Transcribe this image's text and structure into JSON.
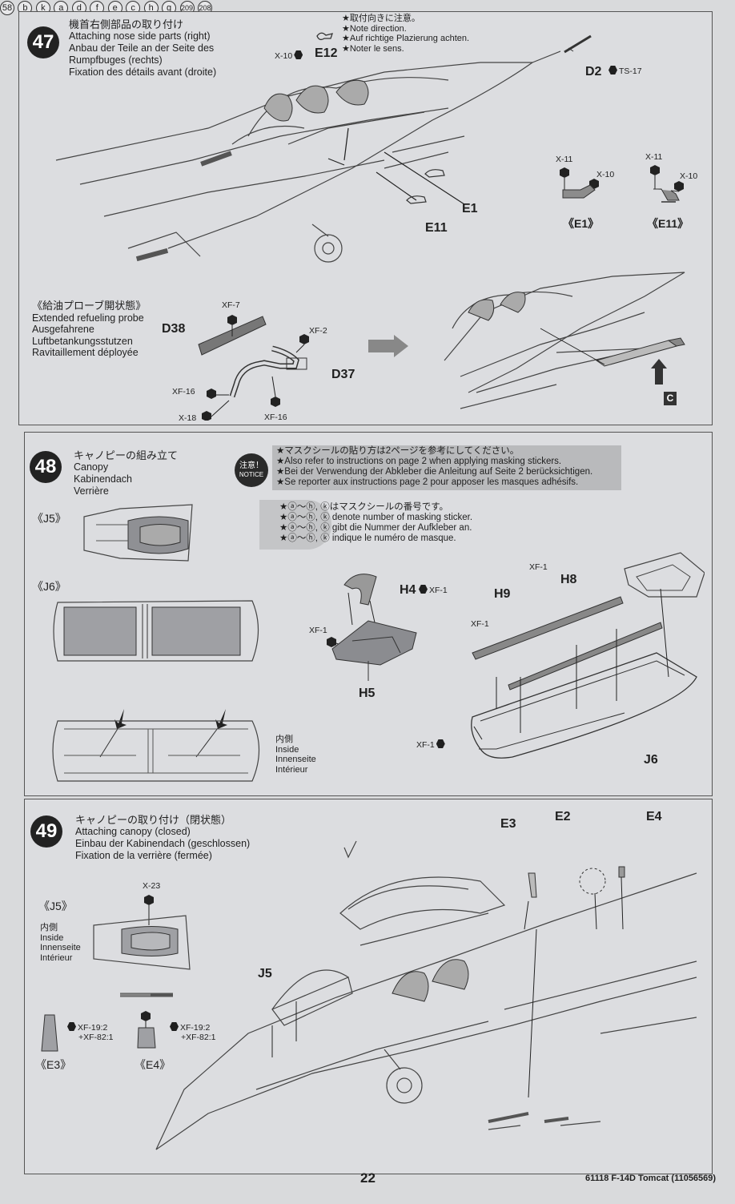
{
  "step47": {
    "number": "47",
    "title_jp": "機首右側部品の取り付け",
    "title_en": "Attaching nose side parts (right)",
    "title_de_1": "Anbau der Teile an der Seite des",
    "title_de_2": "Rumpfbuges (rechts)",
    "title_fr": "Fixation des détails avant (droite)",
    "notes": [
      "★取付向きに注意。",
      "★Note direction.",
      "★Auf richtige Plazierung achten.",
      "★Noter le sens."
    ],
    "parts": {
      "e12": "E12",
      "e12_paint": "X-10",
      "d2": "D2",
      "d2_paint": "TS-17",
      "e1": "E1",
      "e11": "E11"
    },
    "e1_detail": {
      "label": "《E1》",
      "paint_a": "X-11",
      "paint_b": "X-10"
    },
    "e11_detail": {
      "label": "《E11》",
      "paint_a": "X-11",
      "paint_b": "X-10"
    },
    "probe": {
      "title_jp": "《給油プローブ開状態》",
      "title_en": "Extended refueling probe",
      "title_de_1": "Ausgefahrene",
      "title_de_2": "Luftbetankungsstutzen",
      "title_fr": "Ravitaillement déployée",
      "d38": "D38",
      "d37": "D37",
      "paint_xf7": "XF-7",
      "paint_xf2": "XF-2",
      "paint_xf16a": "XF-16",
      "paint_x18": "X-18",
      "paint_xf16b": "XF-16",
      "ref_num": "58",
      "ref_letter": "C"
    }
  },
  "step48": {
    "number": "48",
    "title_jp": "キャノピーの組み立て",
    "title_en": "Canopy",
    "title_de": "Kabinendach",
    "title_fr": "Verrière",
    "notice_jp": "注意！",
    "notice_en": "NOTICE",
    "notes": [
      "★マスクシールの貼り方は2ページを参考にしてください。",
      "★Also refer to instructions on page 2 when applying masking stickers.",
      "★Bei der Verwendung der Abkleber die Anleitung auf Seite 2 berücksichtigen.",
      "★Se reporter aux instructions page 2 pour apposer les masques adhésifs."
    ],
    "mask_notes": {
      "jp": "はマスクシールの番号です。",
      "en": "denote number of masking sticker.",
      "de": "gibt die Nummer der Aufkleber an.",
      "fr": "indique le numéro de masque.",
      "range": "ⓐ～ⓗ, ⓚ"
    },
    "j5_label": "《J5》",
    "j6_label": "《J6》",
    "letters": {
      "a": "a",
      "b": "b",
      "k": "k",
      "d": "d",
      "f": "f",
      "e": "e",
      "c": "c",
      "h": "h",
      "g": "g"
    },
    "decal_a": "209",
    "decal_b": "208",
    "inside_jp": "内側",
    "inside_en": "Inside",
    "inside_de": "Innenseite",
    "inside_fr": "Intérieur",
    "parts": {
      "h4": "H4",
      "h4_paint": "XF-1",
      "h5": "H5",
      "h5_paint": "XF-1",
      "h8": "H8",
      "h8_paint": "XF-1",
      "h9": "H9",
      "h9_paint": "XF-1",
      "j6": "J6",
      "j6_paint": "XF-1"
    }
  },
  "step49": {
    "number": "49",
    "title_jp": "キャノピーの取り付け（閉状態）",
    "title_en": "Attaching canopy (closed)",
    "title_de": "Einbau der Kabinendach (geschlossen)",
    "title_fr": "Fixation de la verrière (fermée)",
    "j5_label": "《J5》",
    "j5_paint": "X-23",
    "inside_jp": "内側",
    "inside_en": "Inside",
    "inside_de": "Innenseite",
    "inside_fr": "Intérieur",
    "e3_label": "《E3》",
    "e4_label": "《E4》",
    "mix_a": "XF-19:2",
    "mix_b": "+XF-82:1",
    "parts": {
      "e3": "E3",
      "e2": "E2",
      "e4": "E4",
      "j5": "J5"
    }
  },
  "footer": {
    "page": "22",
    "code": "61118 F-14D Tomcat (11056569)"
  }
}
